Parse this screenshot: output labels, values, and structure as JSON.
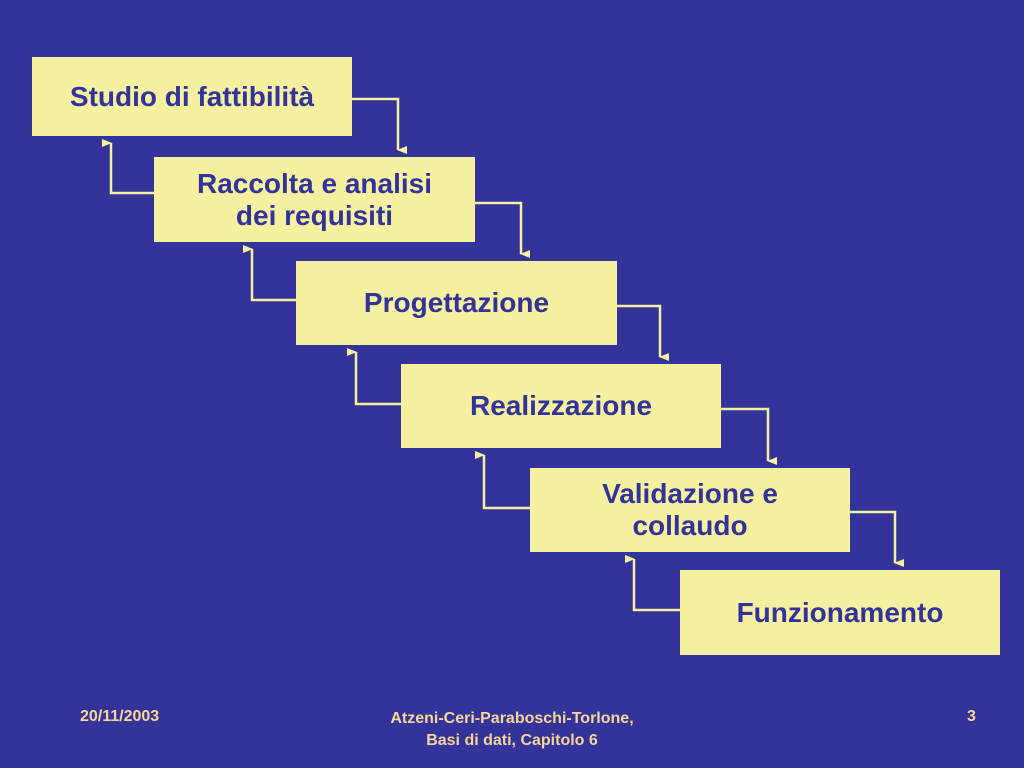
{
  "diagram": {
    "title": "Waterfall lifecycle",
    "phases": [
      {
        "label": "Studio di fattibilità"
      },
      {
        "label": "Raccolta e analisi dei requisiti",
        "line1": "Raccolta e analisi",
        "line2": "dei requisiti"
      },
      {
        "label": "Progettazione"
      },
      {
        "label": "Realizzazione"
      },
      {
        "label": "Validazione e collaudo",
        "line1": "Validazione e",
        "line2": "collaudo"
      },
      {
        "label": "Funzionamento"
      }
    ],
    "colors": {
      "background": "#333399",
      "box": "#f6f1a1",
      "text": "#333399",
      "arrow": "#f6f1a1",
      "footer": "#f5d59a"
    }
  },
  "footer": {
    "date": "20/11/2003",
    "credit_line1": "Atzeni-Ceri-Paraboschi-Torlone,",
    "credit_line2": "Basi di dati, Capitolo 6",
    "page_number": "3"
  }
}
